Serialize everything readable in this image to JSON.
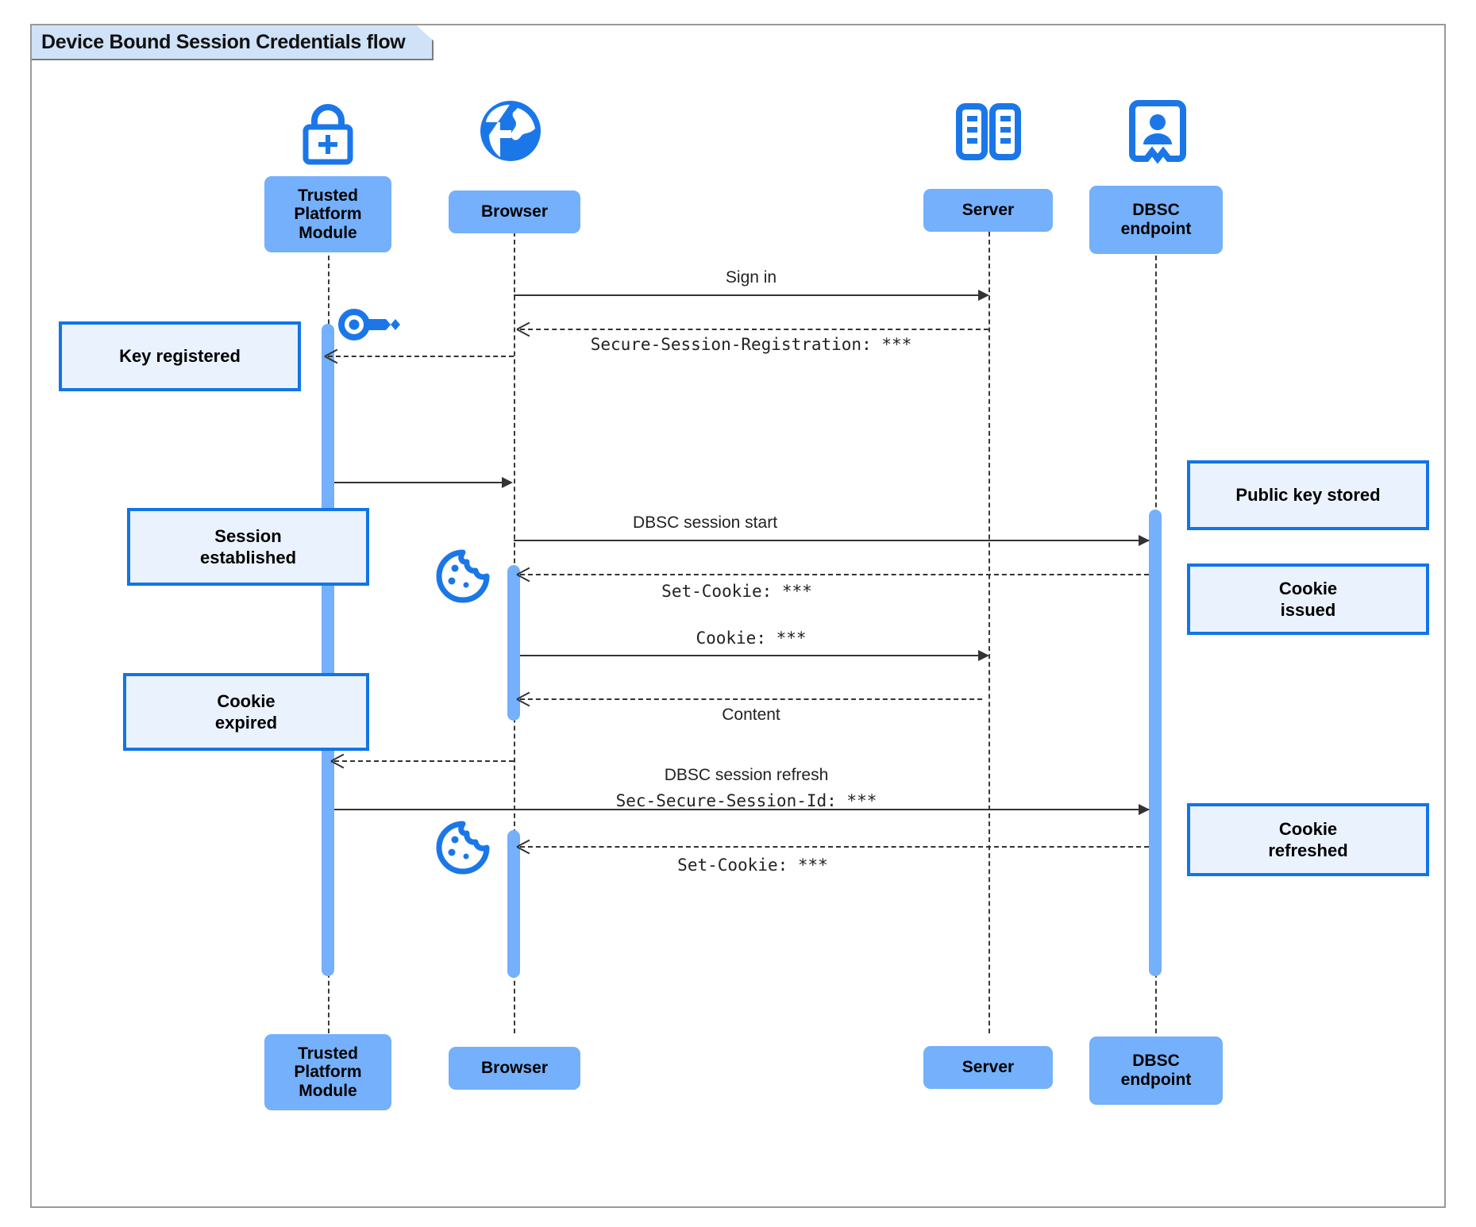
{
  "diagram": {
    "title": "Device Bound Session Credentials flow",
    "type": "uml-sequence-diagram",
    "colors": {
      "participant_fill": "#74b0fb",
      "note_fill": "#eaf2fe",
      "note_border": "#1274e8",
      "icon_blue": "#1b77e8",
      "frame_border": "#9a9a9a",
      "title_fill": "#cfe2f7",
      "lifeline": "#3a3a3a"
    }
  },
  "participants": [
    {
      "id": "tpm",
      "label": "Trusted\nPlatform\nModule",
      "label_top": "Trusted Platform Module",
      "icon": "lock-plus-icon"
    },
    {
      "id": "browser",
      "label": "Browser",
      "label_top": "Browser",
      "icon": "globe-icon"
    },
    {
      "id": "server",
      "label": "Server",
      "label_top": "Server",
      "icon": "server-rack-icon"
    },
    {
      "id": "dbsc",
      "label": "DBSC\nendpoint",
      "label_top": "DBSC endpoint",
      "icon": "id-badge-icon"
    }
  ],
  "participant_labels": {
    "tpm_line1": "Trusted",
    "tpm_line2": "Platform",
    "tpm_line3": "Module",
    "browser": "Browser",
    "server": "Server",
    "dbsc_line1": "DBSC",
    "dbsc_line2": "endpoint"
  },
  "messages": [
    {
      "id": "m1",
      "text": "Sign in",
      "style": "sans",
      "from": "browser",
      "to": "server",
      "line": "solid"
    },
    {
      "id": "m2",
      "text": "Secure-Session-Registration: ***",
      "style": "mono",
      "from": "server",
      "to": "browser",
      "line": "dotted"
    },
    {
      "id": "m3",
      "text": "",
      "style": "sans",
      "from": "tpm",
      "to": "browser",
      "line": "solid"
    },
    {
      "id": "m4",
      "text": "DBSC session start",
      "style": "sans",
      "from": "browser",
      "to": "dbsc",
      "line": "solid"
    },
    {
      "id": "m5",
      "text": "Set-Cookie: ***",
      "style": "mono",
      "from": "dbsc",
      "to": "browser",
      "line": "dotted"
    },
    {
      "id": "m6",
      "text": "Cookie: ***",
      "style": "mono",
      "from": "browser",
      "to": "server",
      "line": "solid"
    },
    {
      "id": "m7",
      "text": "Content",
      "style": "sans",
      "from": "server",
      "to": "browser",
      "line": "dotted"
    },
    {
      "id": "m8",
      "text": "",
      "style": "sans",
      "from": "browser",
      "to": "tpm",
      "line": "dotted"
    },
    {
      "id": "m9a",
      "text": "DBSC session refresh",
      "style": "sans",
      "from": "tpm",
      "to": "dbsc",
      "line": "solid"
    },
    {
      "id": "m9b",
      "text": "Sec-Secure-Session-Id: ***",
      "style": "mono",
      "from": "tpm",
      "to": "dbsc",
      "line": "solid"
    },
    {
      "id": "m10",
      "text": "Set-Cookie: ***",
      "style": "mono",
      "from": "dbsc",
      "to": "browser",
      "line": "dotted"
    }
  ],
  "notes": [
    {
      "id": "n1",
      "text": "Key registered",
      "line1": "Key registered",
      "line2": "",
      "side": "left",
      "attached_to": "tpm"
    },
    {
      "id": "n2",
      "text": "Session established",
      "line1": "Session",
      "line2": "established",
      "side": "left",
      "attached_to": "tpm"
    },
    {
      "id": "n3",
      "text": "Cookie expired",
      "line1": "Cookie",
      "line2": "expired",
      "side": "left",
      "attached_to": "tpm"
    },
    {
      "id": "n4",
      "text": "Public key stored",
      "line1": "Public key stored",
      "line2": "",
      "side": "right",
      "attached_to": "dbsc"
    },
    {
      "id": "n5",
      "text": "Cookie issued",
      "line1": "Cookie",
      "line2": "issued",
      "side": "right",
      "attached_to": "dbsc"
    },
    {
      "id": "n6",
      "text": "Cookie refreshed",
      "line1": "Cookie",
      "line2": "refreshed",
      "side": "right",
      "attached_to": "dbsc"
    }
  ],
  "inline_icons": [
    {
      "id": "key1",
      "name": "key-icon",
      "near": "tpm"
    },
    {
      "id": "cookie1",
      "name": "cookie-icon",
      "near": "browser"
    },
    {
      "id": "cookie2",
      "name": "cookie-icon",
      "near": "browser"
    }
  ]
}
